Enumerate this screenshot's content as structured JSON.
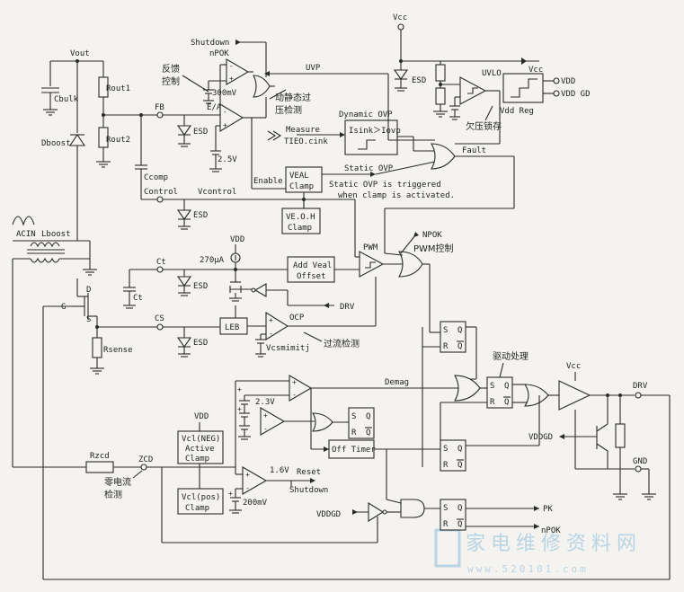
{
  "labels": {
    "vout": "Vout",
    "rout1": "Rout1",
    "rout2": "Rout2",
    "cbulk": "Cbulk",
    "dboost": "Dboost",
    "fb": "FB",
    "ea": "E/A",
    "esd": "ESD",
    "v300": "300mV",
    "v25": "2.5V",
    "ccomp": "Ccomp",
    "control": "Control",
    "vcontrol": "Vcontrol",
    "acin": "ACIN",
    "lboost": "Lboost",
    "shutdown": "Shutdown",
    "npok": "nPOK",
    "uvp": "UVP",
    "vcc": "Vcc",
    "uvlo": "UVLO",
    "vdd_reg": "Vdd Reg",
    "vdd": "VDD",
    "vdd_gd": "VDD GD",
    "measure": "Measure",
    "tieo": "TIEO.cink",
    "dyn_ovp": "Dynamic OVP",
    "isink_iovp": "Isink＞Iovp",
    "enable": "Enable",
    "veal": "VEAL",
    "clamp": "Clamp",
    "static_ovp": "Static OVP",
    "static_note1": "Static OVP is triggered",
    "static_note2": "when clamp is activated.",
    "fault": "Fault",
    "veoh": "VE.O.H",
    "veoh_clamp": "Clamp",
    "npok2": "NPOK",
    "pwm": "PWM",
    "ct": "Ct",
    "ct_cap": "Ct",
    "vdd2": "VDD",
    "i270": "270μA",
    "add_veal": "Add Veal",
    "offset": "Offset",
    "drv_in": "DRV",
    "d": "D",
    "g": "G",
    "s": "S",
    "cs": "CS",
    "leb": "LEB",
    "ocp": "OCP",
    "vcsmimitj": "Vcsmimitj",
    "rsense": "Rsense",
    "demag": "Demag",
    "v23": "2.3V",
    "vdd3": "VDD",
    "vcl_neg1": "Vcl(NEG)",
    "vcl_neg2": "Active",
    "vcl_neg3": "Clamp",
    "rzcd": "Rzcd",
    "zcd": "ZCD",
    "v16": "1.6V",
    "reset": "Reset",
    "shutdown2": "Shutdown",
    "v200": "200mV",
    "vcl_pos1": "Vcl(pos)",
    "vcl_pos2": "Clamp",
    "off_timer": "Off Timer",
    "vddgd": "VDDGD",
    "vddgd2": "VDDGD",
    "pk": "PK",
    "npok3": "nPOK",
    "drv_out": "DRV",
    "gnd": "GND",
    "vcc2": "Vcc",
    "s1": "S",
    "q1": "Q",
    "r1": "R",
    "qb1": "Q",
    "s2": "S",
    "q2": "Q",
    "r2": "R",
    "qb2": "Q",
    "s3": "S",
    "q3": "Q",
    "r3": "R",
    "qb3": "Q",
    "s4": "S",
    "q4": "Q",
    "r4": "R",
    "qb4": "Q",
    "s5": "S",
    "q5": "Q",
    "r5": "R",
    "qb5": "Q"
  },
  "cn": {
    "fankui": "反馈",
    "kongzhi": "控制",
    "dongjingtai": "动静态过",
    "yajiance": "压检测",
    "qianya": "欠压锁存",
    "pwm_ctrl": "PWM控制",
    "guoliu": "过流检测",
    "qudong": "驱动处理",
    "lingdianliu1": "零电流",
    "lingdianliu2": "检测"
  },
  "watermark": {
    "text": "家电维修资料网",
    "url": "www.520101.com"
  }
}
